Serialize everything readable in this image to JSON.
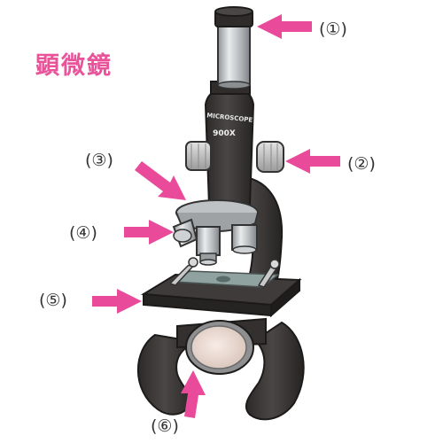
{
  "title": "顕微鏡",
  "colors": {
    "title": "#e8539a",
    "arrow": "#ea4a9a",
    "body_dark": "#3b3736",
    "tube_silver": "#b9bcbf",
    "knob": "#c4c4c4",
    "mirror": "#efe0d8"
  },
  "body_text": {
    "brand": "MICROSCOPE",
    "magnification": "900X"
  },
  "callouts": [
    {
      "label": "(①)",
      "icon": "arrow-left-icon"
    },
    {
      "label": "(②)",
      "icon": "arrow-left-icon"
    },
    {
      "label": "(③)",
      "icon": "arrow-down-right-icon"
    },
    {
      "label": "(④)",
      "icon": "arrow-right-icon"
    },
    {
      "label": "(⑤)",
      "icon": "arrow-right-icon"
    },
    {
      "label": "(⑥)",
      "icon": "arrow-up-icon"
    }
  ]
}
